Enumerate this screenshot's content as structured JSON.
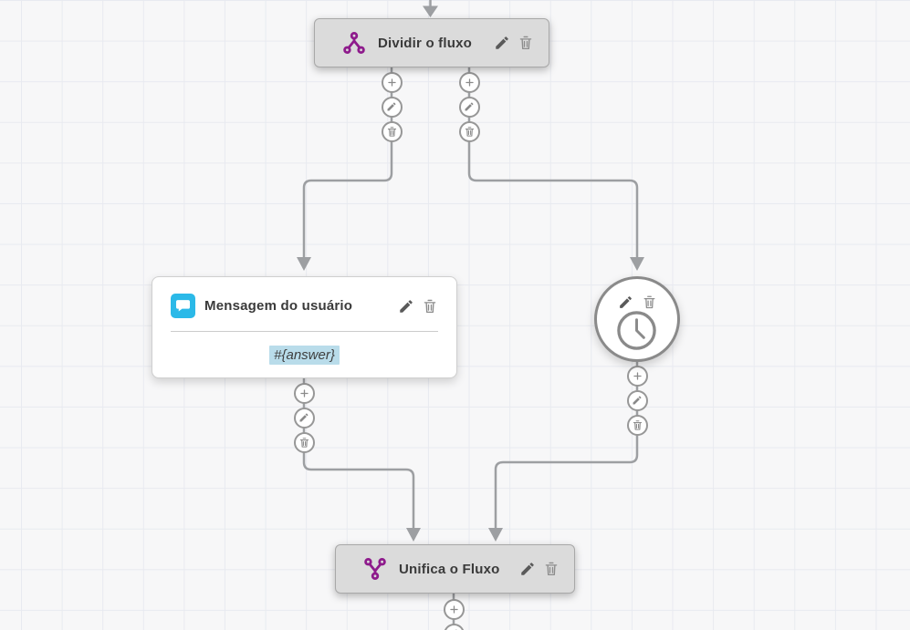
{
  "canvas": {
    "background_color": "#f7f7f8",
    "grid_line_color": "#e8eaf0",
    "connector_color": "#9d9fa2"
  },
  "nodes": {
    "split": {
      "title": "Dividir o fluxo",
      "icon": "split-flow-icon",
      "accent_color": "#8e1b8c",
      "actions": {
        "edit": "pencil-icon",
        "delete": "trash-icon"
      }
    },
    "message": {
      "title": "Mensagem do usuário",
      "icon": "chat-bubble-icon",
      "accent_color": "#2bb9e8",
      "content": "#{answer}",
      "content_highlight_color": "#b9dcea",
      "actions": {
        "edit": "pencil-icon",
        "delete": "trash-icon"
      }
    },
    "timer": {
      "icon": "clock-icon",
      "actions": {
        "edit": "pencil-icon",
        "delete": "trash-icon"
      }
    },
    "merge": {
      "title": "Unifica o Fluxo",
      "icon": "merge-flow-icon",
      "accent_color": "#8e1b8c",
      "actions": {
        "edit": "pencil-icon",
        "delete": "trash-icon"
      }
    }
  },
  "port_menu": {
    "buttons": [
      {
        "icon": "plus-icon"
      },
      {
        "icon": "pencil-icon"
      },
      {
        "icon": "trash-icon"
      }
    ]
  }
}
